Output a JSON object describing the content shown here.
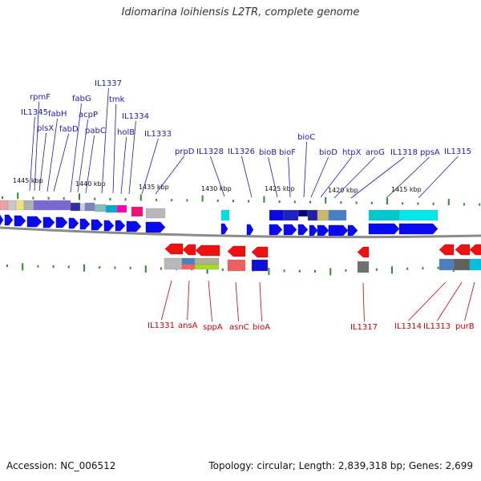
{
  "title": "Idiomarina loihiensis L2TR, complete genome",
  "footer": {
    "accession": "Accession: NC_006512",
    "summary": "Topology: circular; Length: 2,839,318 bp; Genes: 2,699"
  },
  "colors": {
    "forward_label": "#1a1ab8",
    "reverse_label": "#cc0000",
    "forward_arrow": "#0a0af0",
    "reverse_arrow": "#ee1111",
    "backbone": "#8a8a8a",
    "scale_tick": "#2e8b2e"
  },
  "scale_labels": [
    "1445 kbp",
    "1440 kbp",
    "1435 kbp",
    "1430 kbp",
    "1425 kbp",
    "1420 kbp",
    "1415 kbp"
  ],
  "forward_gene_labels": [
    "rpmF",
    "IL1345",
    "plsX",
    "fabH",
    "fabD",
    "fabG",
    "acpP",
    "pabC",
    "IL1337",
    "tmk",
    "holB",
    "IL1334",
    "IL1333",
    "prpD",
    "IL1328",
    "IL1326",
    "bioB",
    "bioF",
    "bioC",
    "bioD",
    "htpX",
    "aroG",
    "IL1318",
    "ppsA",
    "IL1315"
  ],
  "reverse_gene_labels": [
    "IL1331",
    "ansA",
    "sppA",
    "asnC",
    "bioA",
    "IL1317",
    "IL1314",
    "IL1313",
    "purB"
  ]
}
